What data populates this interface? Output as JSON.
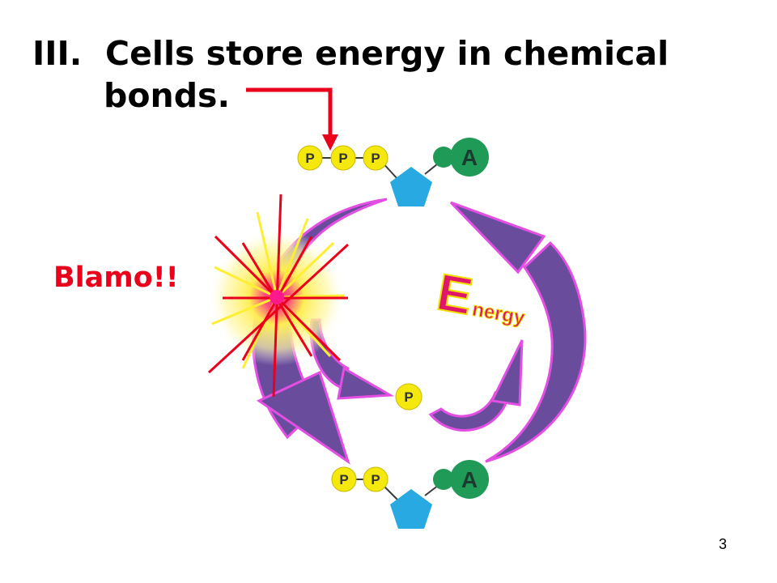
{
  "slide": {
    "title_number": "III.",
    "title_line_1": "Cells store energy in chemical",
    "title_line_2": "bonds.",
    "callout": "Blamo!!",
    "page_number": "3"
  },
  "diagram": {
    "atp": {
      "phosphates": [
        "P",
        "P",
        "P"
      ],
      "adenine": "A"
    },
    "adp": {
      "phosphates": [
        "P",
        "P"
      ],
      "adenine": "A"
    },
    "free_phosphate": "P",
    "energy_label": {
      "initial": "E",
      "rest": "nergy"
    },
    "colors": {
      "phosphate": "#f4e80c",
      "ribose": "#29a9e1",
      "adenine": "#1f9a57",
      "arrow_fill": "#6a4c9c",
      "arrow_edge": "#e34ee3",
      "pointer": "#e8001c",
      "energy_text": "#e0166b"
    }
  }
}
